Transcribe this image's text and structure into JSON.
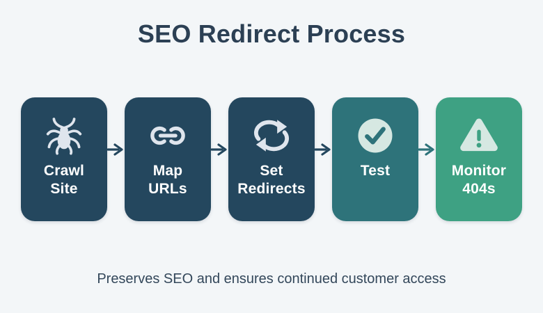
{
  "title": "SEO Redirect Process",
  "footer": "Preserves SEO and ensures continued customer access",
  "colors": {
    "bg": "#f3f6f8",
    "ink": "#2c4054",
    "footer-ink": "#33475a",
    "card-text": "#ffffff",
    "icon-light": "#dfe5ed",
    "icon-mint": "#d6e8e2",
    "navy": "#24475e",
    "teal": "#2e737a",
    "green": "#3ea183"
  },
  "steps": [
    {
      "label": "Crawl\nSite",
      "icon": "spider-icon",
      "color": "#24475e"
    },
    {
      "label": "Map\nURLs",
      "icon": "link-icon",
      "color": "#24475e"
    },
    {
      "label": "Set\nRedirects",
      "icon": "refresh-icon",
      "color": "#24475e"
    },
    {
      "label": "Test",
      "icon": "check-circle-icon",
      "color": "#2e737a"
    },
    {
      "label": "Monitor\n404s",
      "icon": "warning-triangle-icon",
      "color": "#3ea183"
    }
  ],
  "arrows": [
    {
      "color": "#24475e"
    },
    {
      "color": "#24475e"
    },
    {
      "color": "#24475e"
    },
    {
      "color": "#2e737a"
    }
  ]
}
